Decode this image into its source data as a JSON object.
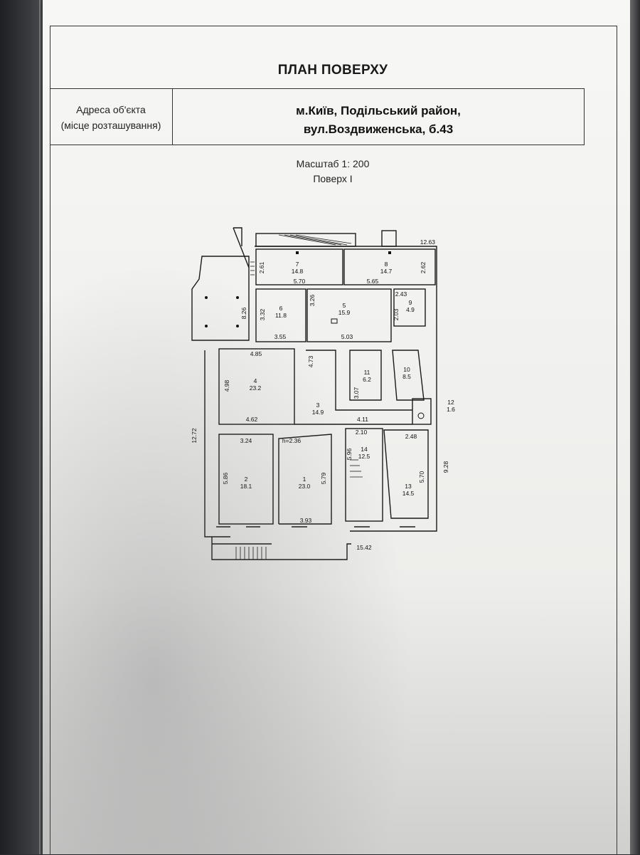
{
  "title": "ПЛАН ПОВЕРХУ",
  "address": {
    "label_line1": "Адреса об'єкта",
    "label_line2": "(місце розташування)",
    "value_line1": "м.Київ, Подільський район,",
    "value_line2": "вул.Воздвиженська, б.43"
  },
  "scale": {
    "scale_text": "Масштаб 1: 200",
    "floor_text": "Поверх I"
  },
  "plan": {
    "rooms": [
      {
        "number": "7",
        "area": "14.8"
      },
      {
        "number": "8",
        "area": "14.7"
      },
      {
        "number": "6",
        "area": "11.8"
      },
      {
        "number": "5",
        "area": "15.9"
      },
      {
        "number": "9",
        "area": "4.9"
      },
      {
        "number": "4",
        "area": "23.2"
      },
      {
        "number": "11",
        "area": "6.2"
      },
      {
        "number": "10",
        "area": "8.5"
      },
      {
        "number": "3",
        "area": "14.9"
      },
      {
        "number": "12",
        "area": "1.6"
      },
      {
        "number": "2",
        "area": "18.1"
      },
      {
        "number": "1",
        "area": "23.0"
      },
      {
        "number": "14",
        "area": "12.5"
      },
      {
        "number": "13",
        "area": "14.5"
      }
    ],
    "dimensions": {
      "d_12_63": "12.63",
      "d_2_61": "2.61",
      "d_2_62": "2.62",
      "d_5_70_top": "5.70",
      "d_5_65": "5.65",
      "d_8_26": "8.26",
      "d_3_32": "3.32",
      "d_3_26": "3.26",
      "d_2_43": "2.43",
      "d_2_03": "2.03",
      "d_3_55": "3.55",
      "d_5_03": "5.03",
      "d_4_85": "4.85",
      "d_4_73": "4.73",
      "d_4_98": "4.98",
      "d_3_07": "3.07",
      "d_4_62": "4.62",
      "d_4_11": "4.11",
      "d_12_72": "12.72",
      "d_3_24": "3.24",
      "d_h": "h=2.36",
      "d_2_10": "2.10",
      "d_2_48": "2.48",
      "d_5_96": "5.96",
      "d_5_86": "5.86",
      "d_5_79": "5.79",
      "d_5_70_right": "5.70",
      "d_9_28": "9.28",
      "d_3_93": "3.93",
      "d_15_42": "15.42"
    }
  }
}
